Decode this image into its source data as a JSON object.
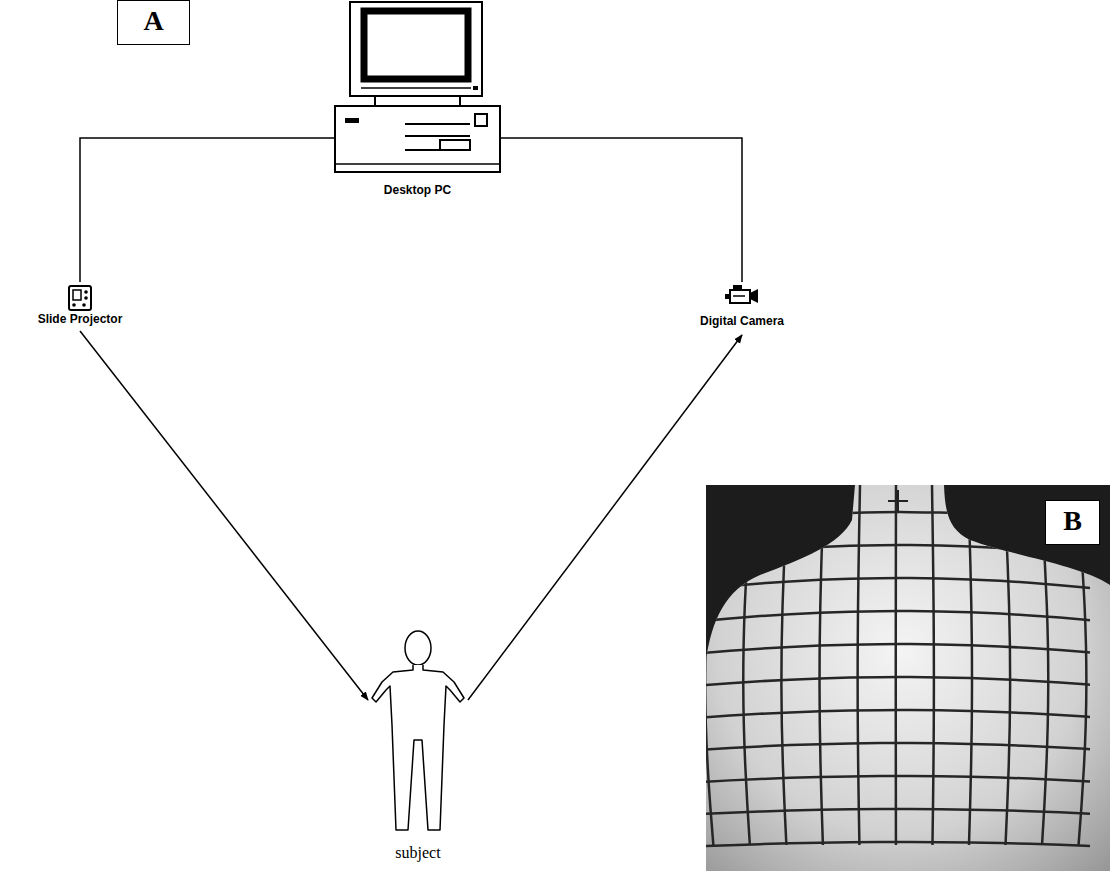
{
  "diagram": {
    "nodes": [
      {
        "text": [
          "A"
        ]
      },
      {
        "text": [
          "Desktop PC"
        ]
      },
      {
        "text": [
          "Slide Projector"
        ]
      },
      {
        "text": [
          "Digital Camera"
        ]
      },
      {
        "text": [
          "subject"
        ]
      },
      {
        "text": [
          "B"
        ]
      }
    ],
    "edges": [
      {
        "from": 1,
        "to": 2,
        "arrow": "none"
      },
      {
        "from": 1,
        "to": 3,
        "arrow": "none"
      },
      {
        "from": 2,
        "to": 4,
        "arrow": "to"
      },
      {
        "from": 4,
        "to": 3,
        "arrow": "to"
      }
    ]
  }
}
